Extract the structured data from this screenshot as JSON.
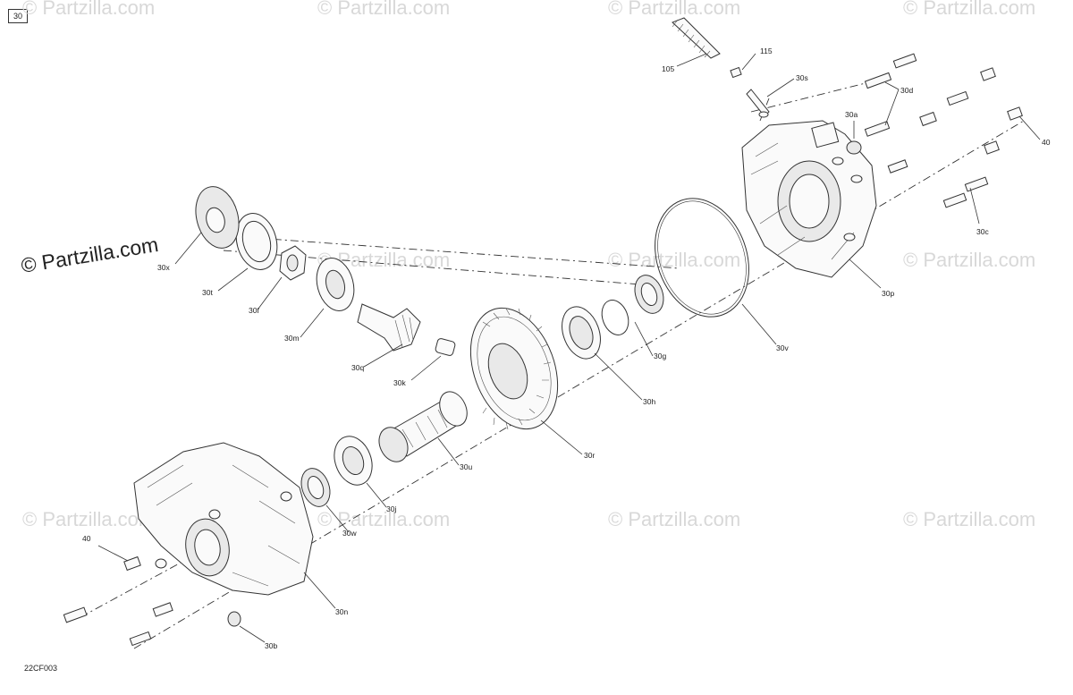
{
  "figure": {
    "number": "30",
    "code": "22CF003"
  },
  "watermarks": {
    "main": "© Partzilla.com",
    "faint": "© Partzilla.com"
  },
  "callouts": {
    "c105": "105",
    "c115": "115",
    "c30s": "30s",
    "c30d": "30d",
    "c30a": "30a",
    "c40_top": "40",
    "c30c": "30c",
    "c30p": "30p",
    "c30v": "30v",
    "c30x": "30x",
    "c30t": "30t",
    "c30f": "30f",
    "c30m": "30m",
    "c30q": "30q",
    "c30k": "30k",
    "c30g": "30g",
    "c30h": "30h",
    "c30r": "30r",
    "c30u": "30u",
    "c30j": "30j",
    "c30w": "30w",
    "c40_bottom": "40",
    "c30n": "30n",
    "c30b": "30b"
  },
  "colors": {
    "line": "#333333",
    "watermark": "#d8d8d8",
    "background": "#ffffff"
  }
}
